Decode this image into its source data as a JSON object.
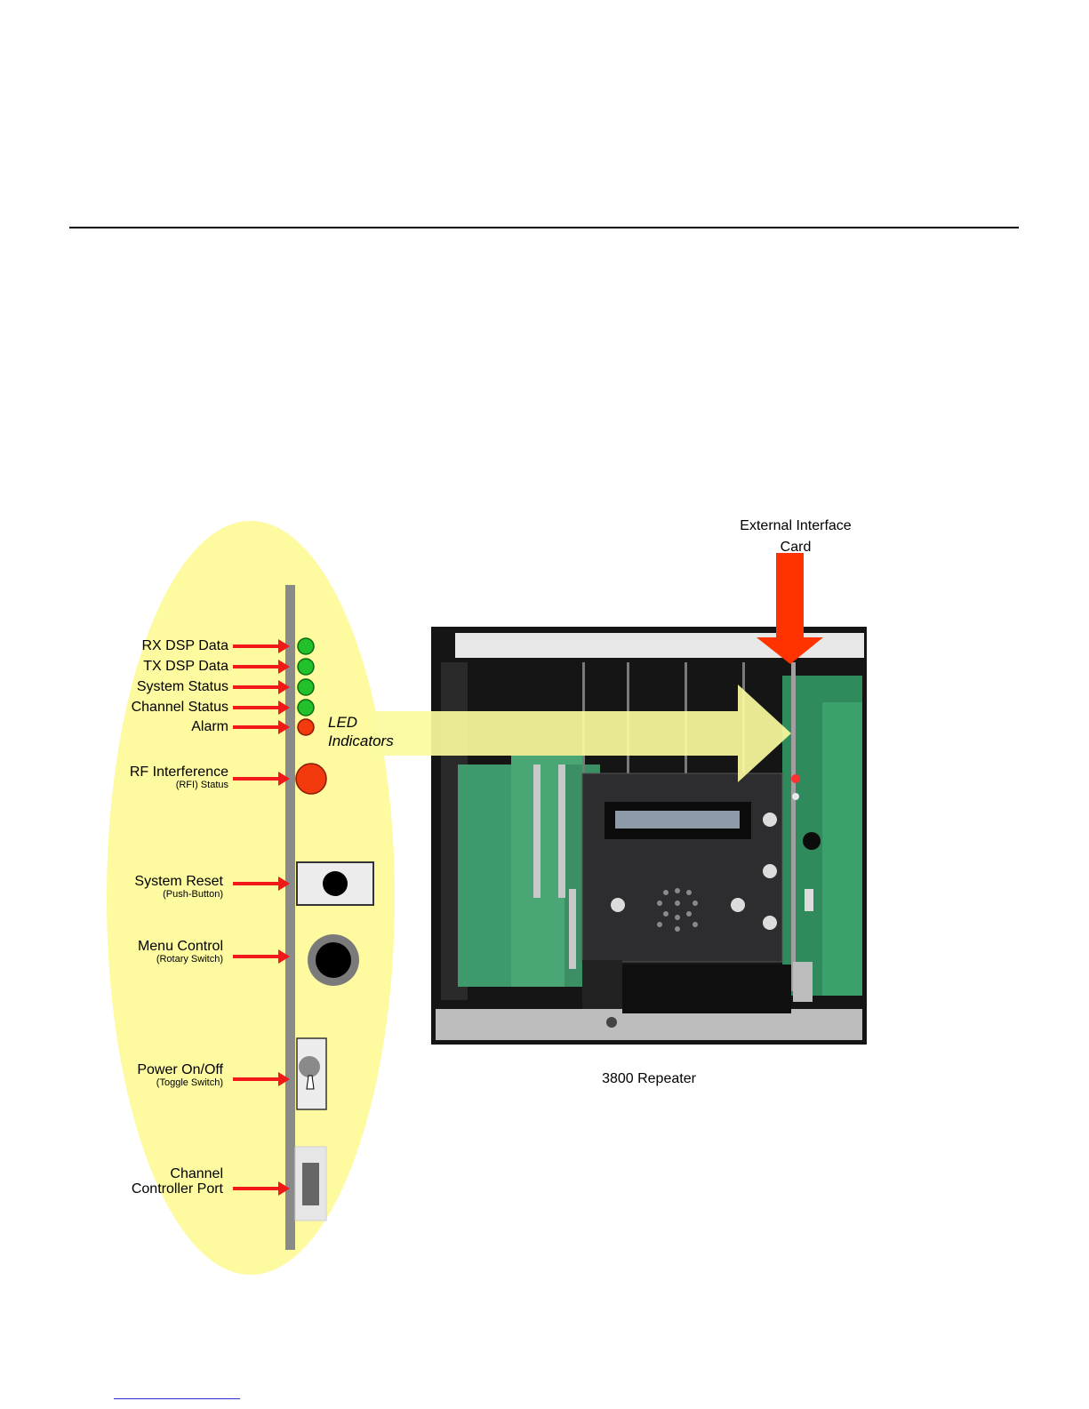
{
  "diagram": {
    "panel_labels": [
      {
        "main": "RX DSP Data",
        "sub": ""
      },
      {
        "main": "TX DSP Data",
        "sub": ""
      },
      {
        "main": "System Status",
        "sub": ""
      },
      {
        "main": "Channel Status",
        "sub": ""
      },
      {
        "main": "Alarm",
        "sub": ""
      },
      {
        "main": "RF Interference",
        "sub": "(RFI) Status"
      },
      {
        "main": "System Reset",
        "sub": "(Push-Button)"
      },
      {
        "main": "Menu Control",
        "sub": "(Rotary Switch)"
      },
      {
        "main": "Power On/Off",
        "sub": "(Toggle Switch)"
      },
      {
        "main": "Channel",
        "sub": "Controller Port"
      }
    ],
    "led_callout": {
      "line1": "LED",
      "line2": "Indicators"
    },
    "card_callout": {
      "line1": "External Interface",
      "line2": "Card"
    },
    "photo_caption": "3800 Repeater",
    "colors": {
      "oval": "#fdfaa0",
      "led_green": "#22c02a",
      "led_red": "#f23a0e",
      "pointer_red": "#f01818",
      "card_arrow": "#ff3300",
      "big_arrow": "#fafaa0"
    }
  }
}
